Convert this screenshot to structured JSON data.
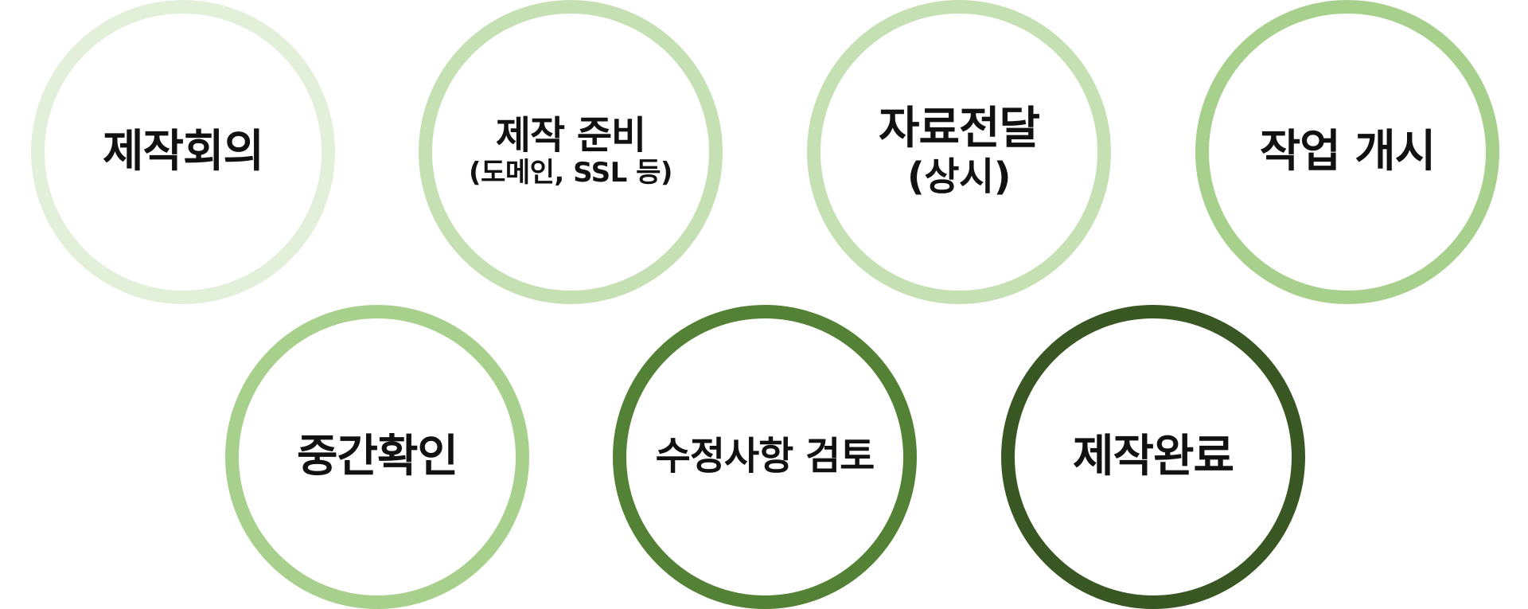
{
  "colors": {
    "step1": "#e2efd9",
    "step2": "#c5e0b3",
    "step3": "#c5e0b3",
    "step4": "#a8d08d",
    "step5": "#a8d08d",
    "step6": "#538135",
    "step7": "#385723"
  },
  "steps": [
    {
      "title": "제작회의",
      "subtitle": ""
    },
    {
      "title": "제작 준비",
      "subtitle": "(도메인, SSL 등)"
    },
    {
      "title": "자료전달",
      "subtitle": "(상시)"
    },
    {
      "title": "작업 개시",
      "subtitle": ""
    },
    {
      "title": "중간확인",
      "subtitle": ""
    },
    {
      "title": "수정사항 검토",
      "subtitle": ""
    },
    {
      "title": "제작완료",
      "subtitle": ""
    }
  ]
}
